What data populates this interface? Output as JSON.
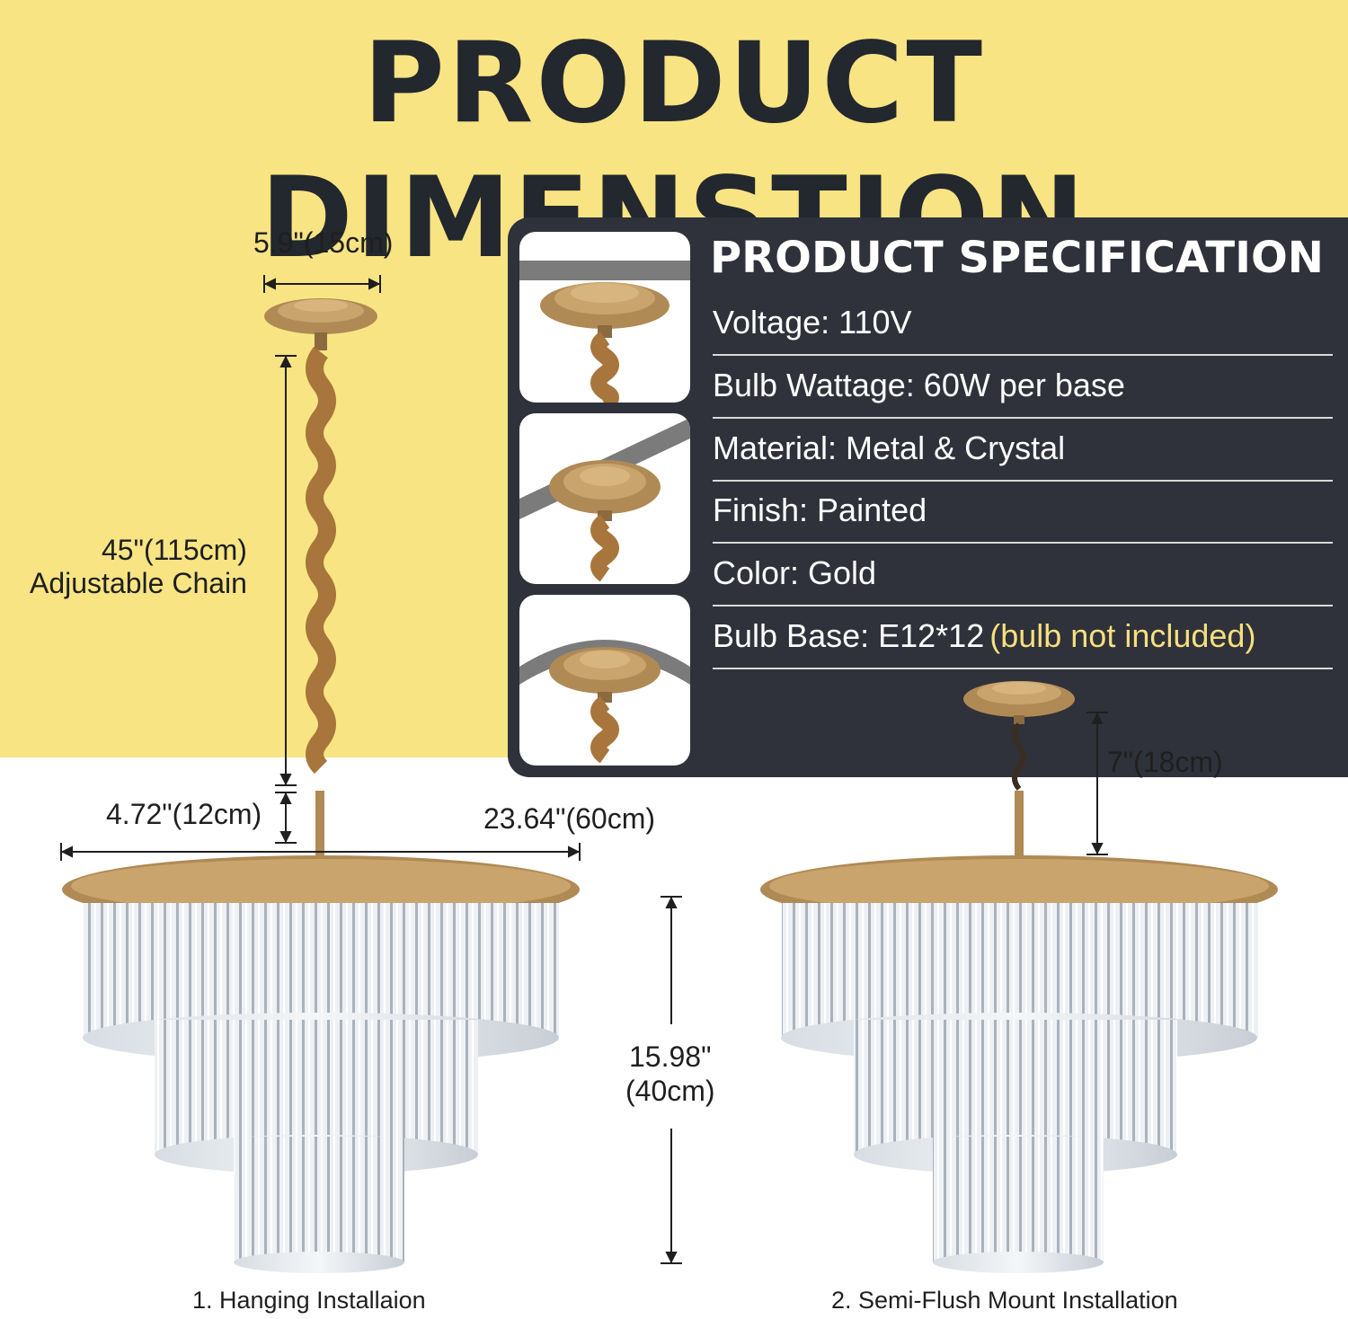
{
  "title": "PRODUCT DIMENSTION",
  "spec": {
    "heading": "PRODUCT SPECIFICATION",
    "voltage": "Voltage: 110V",
    "wattage": "Bulb Wattage: 60W per base",
    "material": "Material: Metal & Crystal",
    "finish": "Finish: Painted",
    "color": "Color: Gold",
    "bulb_base": "Bulb Base: E12*12",
    "bulb_note": "(bulb not included)"
  },
  "dimensions": {
    "canopy_width": "5.9\"(15cm)",
    "chain_length": "45\"(115cm)",
    "chain_note": "Adjustable Chain",
    "rod_length": "4.72\"(12cm)",
    "diameter": "23.64\"(60cm)",
    "height_inch": "15.98\"",
    "height_cm": "(40cm)",
    "flush_drop": "7\"(18cm)"
  },
  "captions": {
    "hanging": "1. Hanging Installaion",
    "semi_flush": "2. Semi-Flush Mount Installation"
  },
  "colors": {
    "band": "#f8e483",
    "panel": "#2f323a",
    "gold": "#b08a55",
    "note": "#f6df7f"
  }
}
